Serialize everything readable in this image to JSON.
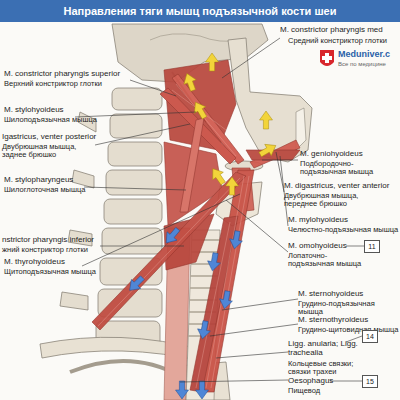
{
  "diagram": {
    "title": "Направления тяги мышц подъязычной кости шеи",
    "nodes": [
      {
        "text": [
          "11"
        ]
      },
      {
        "text": [
          "14"
        ]
      },
      {
        "text": [
          "15"
        ]
      }
    ],
    "labels": [
      "M. constrictor pharyngis med",
      "Средний констриктор глотки",
      "Meduniver.c",
      "Все по медицине",
      "M. constrictor pharyngis superior",
      "Верхний констриктор глотки",
      "M. stylohyoideus",
      "Шилоподъязычная мышца",
      "Igastricus, venter posterior",
      "Двубрюшная мышца, заднее брюшко",
      "M. geniohyoideus",
      "Подбородочно-подъязычная мышца",
      "M. stylopharyngeus",
      "Шилоглоточная мышца",
      "M. digastricus, venter anterior",
      "Двубрюшная мышца, переднее брюшко",
      "M. mylohyoideus",
      "Челюстно-подъязычная мышца",
      "nstrictor pharyngis inferior",
      "жний констриктор глотки",
      "M. omohyoideus",
      "Лопаточно-подъязычная мышца",
      "M. thyrohyoideus",
      "Щитоподъязычная мышца",
      "M. sternohyoideus",
      "Грудино-подъязычная мышца",
      "M. sternothyroideus",
      "Грудино-щитовидная мышца",
      "Ligg. anularia; Ligg. trachealia",
      "Кольцевые связки; связки трахеи",
      "Oesophagus",
      "Пищевод"
    ]
  }
}
